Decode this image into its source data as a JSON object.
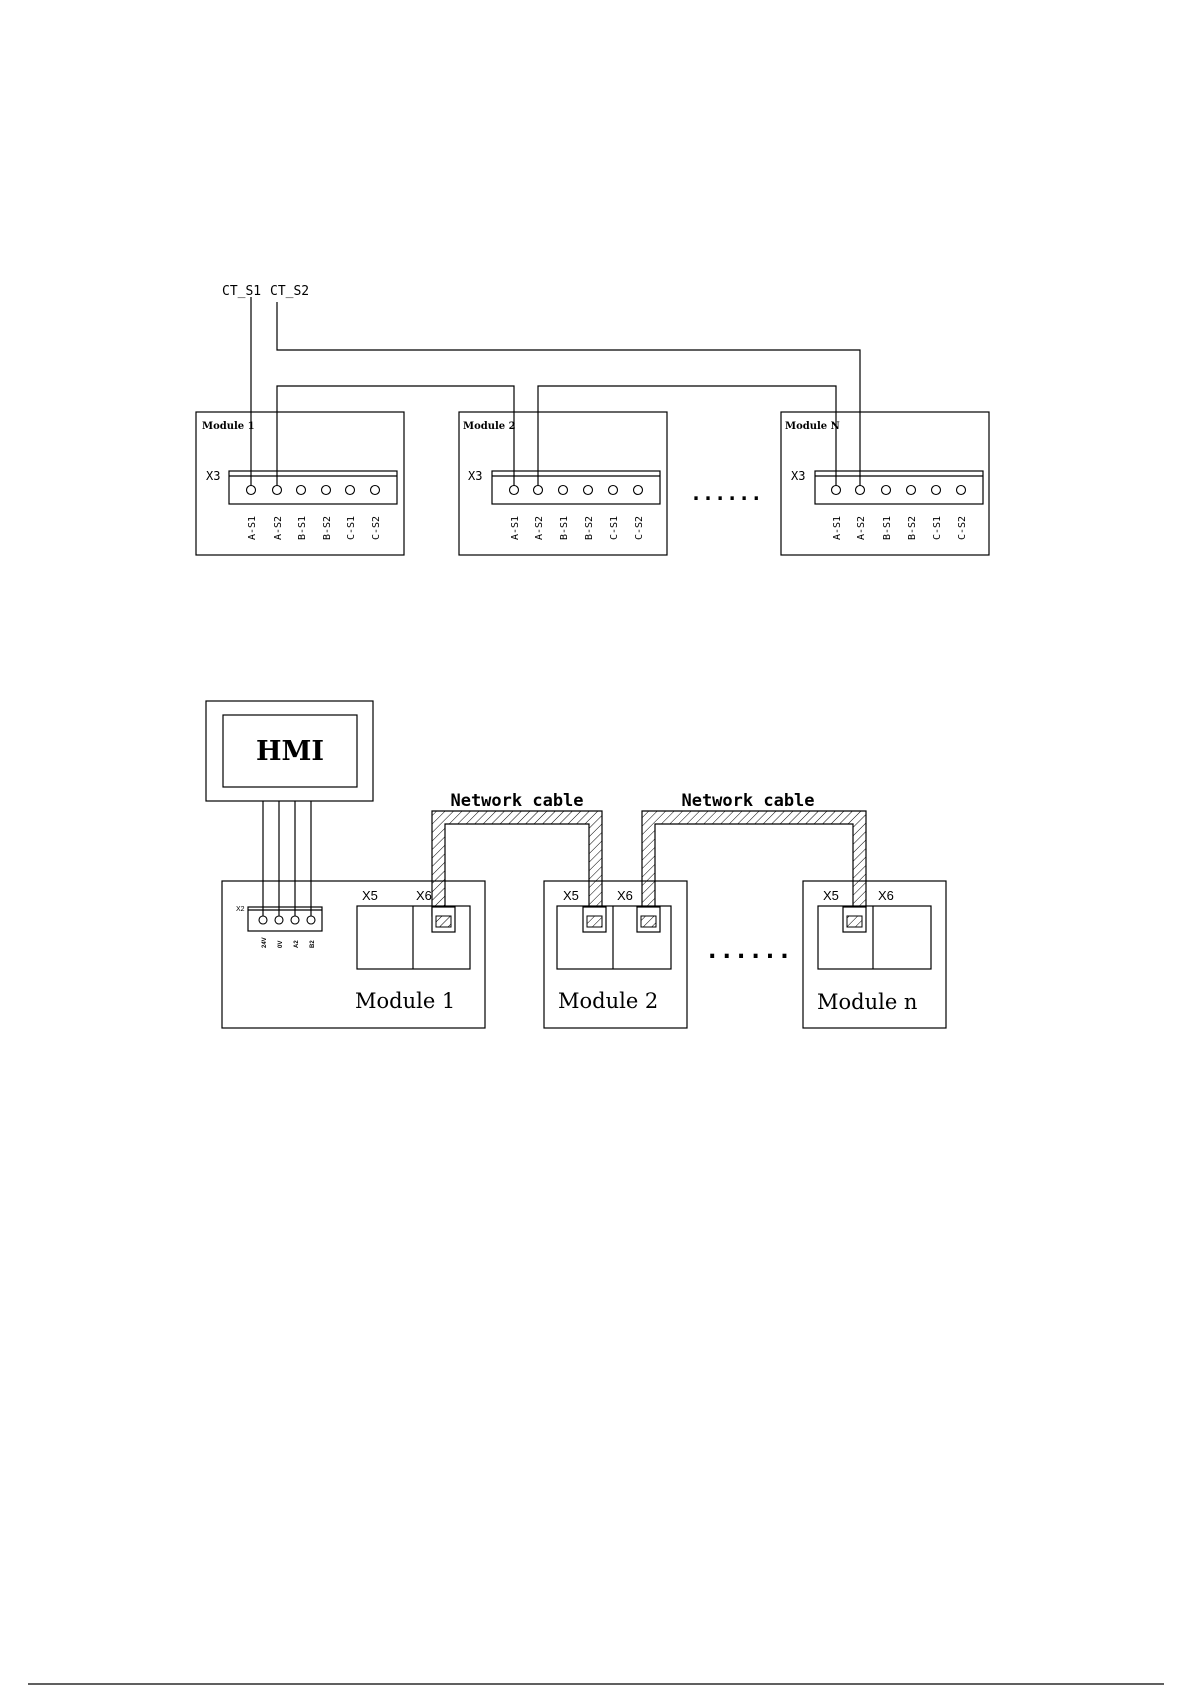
{
  "diagram1": {
    "signal_labels": [
      "CT_S1",
      "CT_S2"
    ],
    "modules": [
      {
        "title": "Module 1",
        "connector": "X3"
      },
      {
        "title": "Module 2",
        "connector": "X3"
      },
      {
        "title": "Module N",
        "connector": "X3"
      }
    ],
    "terminal_labels": [
      "A-S1",
      "A-S2",
      "B-S1",
      "B-S2",
      "C-S1",
      "C-S2"
    ],
    "ellipsis": "......"
  },
  "diagram2": {
    "hmi_label": "HMI",
    "cable_labels": [
      "Network cable",
      "Network cable"
    ],
    "power_connector": "X2",
    "power_terminals": [
      "24V",
      "0V",
      "A2",
      "B2"
    ],
    "port_labels": [
      "X5",
      "X6"
    ],
    "modules": [
      "Module 1",
      "Module 2",
      "Module n"
    ],
    "ellipsis": "......"
  },
  "colors": {
    "line": "#000000",
    "background": "#ffffff",
    "hatch": "#000000"
  }
}
